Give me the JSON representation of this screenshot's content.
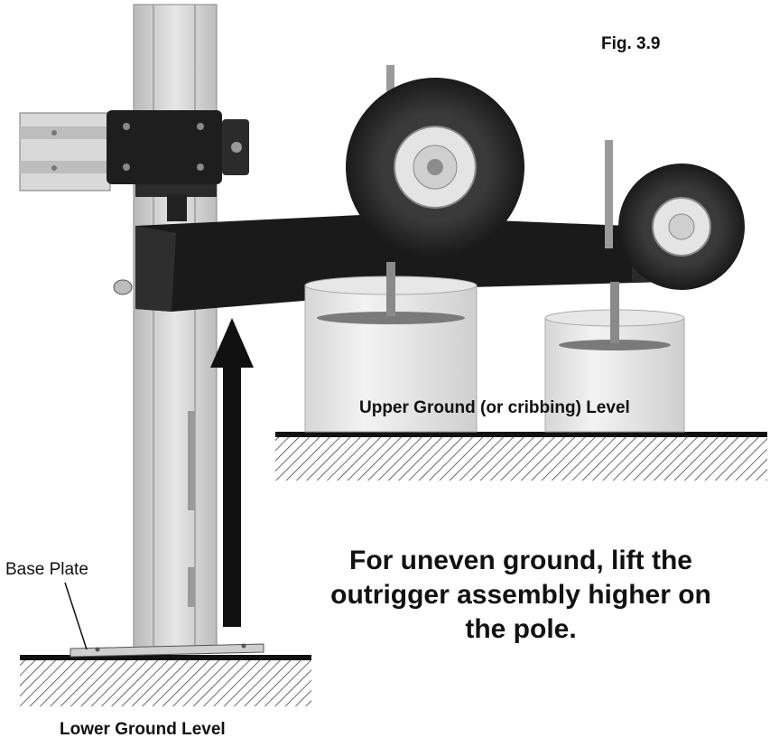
{
  "figure": {
    "fig_label": "Fig. 3.9",
    "upper_ground_label": "Upper Ground (or cribbing) Level",
    "base_plate_label": "Base Plate",
    "lower_ground_label": "Lower Ground Level",
    "caption_lines": [
      "For uneven ground, lift the",
      "outrigger assembly higher on",
      "the pole."
    ]
  },
  "colors": {
    "outrigger_arm": "#1a1a1a",
    "pole": "#cfcfcf",
    "arrow": "#111111",
    "ground_line": "#111111"
  }
}
